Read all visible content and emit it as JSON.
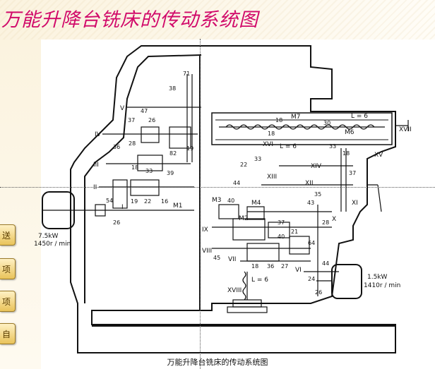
{
  "title": "万能升降台铣床的传动系统图",
  "caption": "万能升降台铣床的传动系统图",
  "side_tabs": [
    "送",
    "项",
    "项",
    "自"
  ],
  "motor_main": {
    "power": "7.5kW",
    "speed": "1450r / min"
  },
  "motor_feed": {
    "power": "1.5kW",
    "speed": "1410r / min"
  },
  "shaft_labels": {
    "s1": "I",
    "s2": "II",
    "s3": "III",
    "s4": "IV",
    "s5": "V",
    "s6": "VI",
    "s7": "VII",
    "s8": "VIII",
    "s9": "IX",
    "s10": "X",
    "s11": "XI",
    "s12": "XII",
    "s13": "XIII",
    "s14": "XIV",
    "s15": "XV",
    "s16": "XVI",
    "s17": "XVII",
    "s18": "XVIII"
  },
  "clutch_labels": {
    "m1": "M1",
    "m2": "M2",
    "m3": "M3",
    "m4": "M4",
    "m6": "M6",
    "m7": "M7"
  },
  "lead_labels": {
    "top": "L = 6",
    "mid": "L = 6",
    "bottom": "L = 6"
  },
  "gear_numbers": {
    "g1": "71",
    "g2": "38",
    "g3": "47",
    "g4": "37",
    "g5": "26",
    "g6": "36",
    "g7": "28",
    "g8": "19",
    "g9": "82",
    "g10": "39",
    "g11": "33",
    "g12": "18",
    "g13": "22",
    "g14": "16",
    "g15": "54",
    "g16": "19",
    "g17": "26",
    "g18": "40",
    "g19": "30",
    "g20": "33",
    "g21": "37",
    "g22": "18",
    "g23": "35",
    "g24": "43",
    "g25": "28",
    "g26": "21",
    "g27": "64",
    "g28": "44",
    "g29": "24",
    "g30": "26",
    "g31": "45",
    "g32": "27",
    "g33": "36",
    "g34": "18",
    "g35": "22",
    "g36": "44",
    "g37": "18",
    "g38": "33",
    "g39": "40",
    "g40": "18"
  },
  "colors": {
    "title": "#d10a6a",
    "line": "#111111",
    "tab": "#e9c35a"
  }
}
